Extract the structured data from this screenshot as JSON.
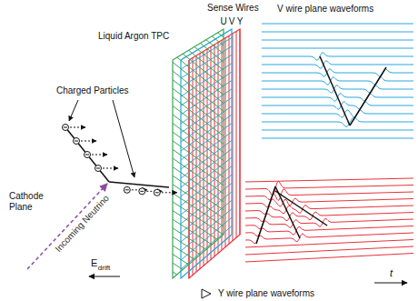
{
  "diagram": {
    "nodes": [
      {
        "text": [
          "Liquid Argon TPC"
        ]
      },
      {
        "text": [
          "Cathode Plane"
        ],
        "in": 0
      }
    ],
    "labels": [
      "Sense Wires",
      "U",
      "V",
      "Y",
      "V wire plane waveforms",
      "Charged Particles",
      "Incoming Neutrino",
      "E",
      "drift",
      "Y wire plane waveforms",
      "t"
    ]
  }
}
